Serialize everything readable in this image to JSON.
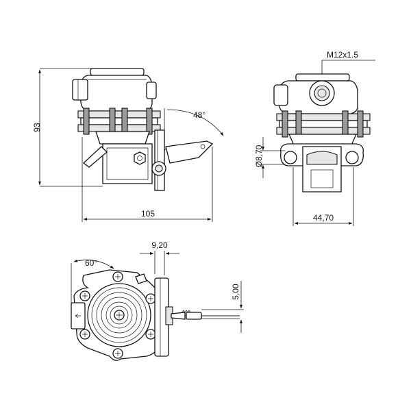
{
  "dimensions": {
    "height_93": "93",
    "width_105": "105",
    "angle_48": "48°",
    "thread_m12": "M12x1.5",
    "diameter_870": "Ø8,70",
    "width_4470": "44,70",
    "angle_60": "60°",
    "offset_920": "9,20",
    "offset_500": "5,00"
  },
  "colors": {
    "line": "#111111",
    "shade": "#e6e6e6",
    "dark": "#9a9a9a"
  }
}
